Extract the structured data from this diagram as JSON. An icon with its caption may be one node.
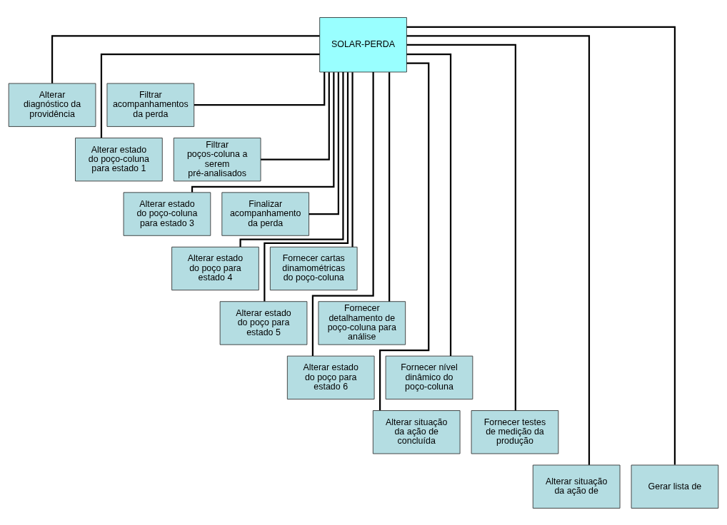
{
  "diagram": {
    "nodes": [
      {
        "text": [
          "SOLAR-PERDA"
        ]
      },
      {
        "text": [
          "Alterar diagnóstico da providência"
        ]
      },
      {
        "text": [
          "Filtrar acompanhamentos da perda"
        ]
      },
      {
        "text": [
          "Alterar estado do poço-coluna para estado 1"
        ]
      },
      {
        "text": [
          "Filtrar poços-coluna a serem pré-analisados"
        ]
      },
      {
        "text": [
          "Alterar estado do poço-coluna para estado 3"
        ]
      },
      {
        "text": [
          "Finalizar acompanhamento da perda"
        ]
      },
      {
        "text": [
          "Alterar estado do poço para estado 4"
        ]
      },
      {
        "text": [
          "Fornecer cartas dinamométricas do poço-coluna"
        ]
      },
      {
        "text": [
          "Alterar estado do poço para estado 5"
        ]
      },
      {
        "text": [
          "Fornecer detalhamento de poço-coluna para análise"
        ]
      },
      {
        "text": [
          "Alterar estado do poço para estado 6"
        ]
      },
      {
        "text": [
          "Fornecer nível dinâmico do poço-coluna"
        ]
      },
      {
        "text": [
          "Alterar situação da ação de concluída"
        ]
      },
      {
        "text": [
          "Fornecer testes de medição da produção"
        ]
      },
      {
        "text": [
          "Alterar situação da ação de"
        ]
      },
      {
        "text": [
          "Gerar lista de"
        ]
      }
    ],
    "edges": [
      {
        "from": 0,
        "to": 1,
        "arrow": "none"
      },
      {
        "from": 0,
        "to": 2,
        "arrow": "none"
      },
      {
        "from": 0,
        "to": 3,
        "arrow": "none"
      },
      {
        "from": 0,
        "to": 4,
        "arrow": "none"
      },
      {
        "from": 0,
        "to": 5,
        "arrow": "none"
      },
      {
        "from": 0,
        "to": 6,
        "arrow": "none"
      },
      {
        "from": 0,
        "to": 7,
        "arrow": "none"
      },
      {
        "from": 0,
        "to": 8,
        "arrow": "none"
      },
      {
        "from": 0,
        "to": 9,
        "arrow": "none"
      },
      {
        "from": 0,
        "to": 10,
        "arrow": "none"
      },
      {
        "from": 0,
        "to": 11,
        "arrow": "none"
      },
      {
        "from": 0,
        "to": 12,
        "arrow": "none"
      },
      {
        "from": 0,
        "to": 13,
        "arrow": "none"
      },
      {
        "from": 0,
        "to": 14,
        "arrow": "none"
      },
      {
        "from": 0,
        "to": 15,
        "arrow": "none"
      },
      {
        "from": 0,
        "to": 16,
        "arrow": "none"
      }
    ]
  }
}
